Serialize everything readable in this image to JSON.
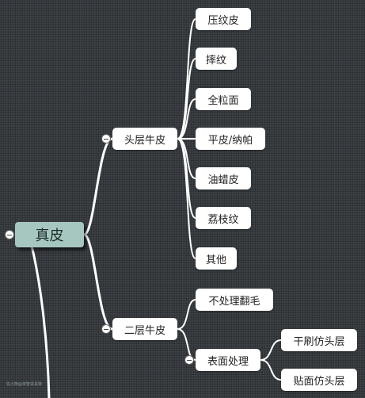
{
  "root": {
    "label": "真皮"
  },
  "branches": [
    {
      "label": "头层牛皮",
      "children": [
        "压纹皮",
        "摔纹",
        "全粒面",
        "平皮/纳帕",
        "油蜡皮",
        "荔枝纹",
        "其他"
      ]
    },
    {
      "label": "二层牛皮",
      "children": [
        {
          "label": "不处理翻毛"
        },
        {
          "label": "表面处理",
          "children": [
            "干刷仿头层",
            "贴面仿头层"
          ]
        }
      ]
    }
  ],
  "watermark": "佐小熊@单智讲具特",
  "colors": {
    "background": "#3a3f43",
    "root_fill": "#a5c7bf",
    "node_fill": "#ffffff",
    "connector": "#ffffff"
  }
}
